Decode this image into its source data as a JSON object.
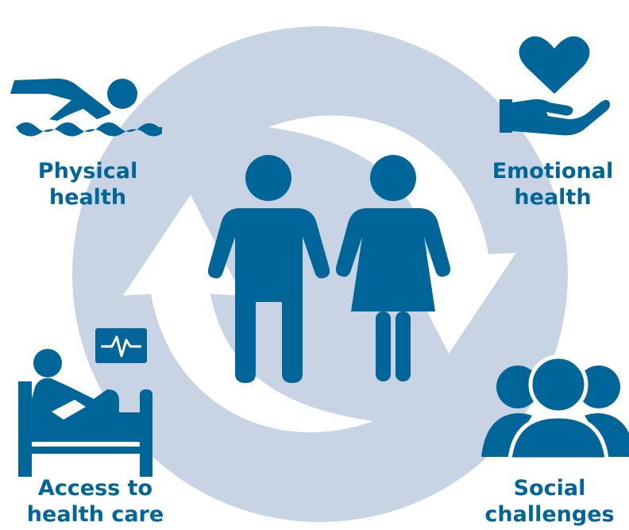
{
  "labels": {
    "physical_health": {
      "line1": "Physical",
      "line2": "health"
    },
    "emotional_health": {
      "line1": "Emotional",
      "line2": "health"
    },
    "access_to_health_care": {
      "line1": "Access to",
      "line2": "health care"
    },
    "social_challenges": {
      "line1": "Social",
      "line2": "challenges"
    }
  },
  "colors": {
    "icon_blue": "#006699",
    "cycle_gray": "#c8d4e3",
    "background": "#ffffff"
  },
  "icons": [
    "swimmer-icon",
    "heart-in-hand-icon",
    "patient-in-bed-icon",
    "heart-monitor-icon",
    "group-of-people-icon",
    "man-icon",
    "woman-icon",
    "cycle-arrows-icon"
  ]
}
